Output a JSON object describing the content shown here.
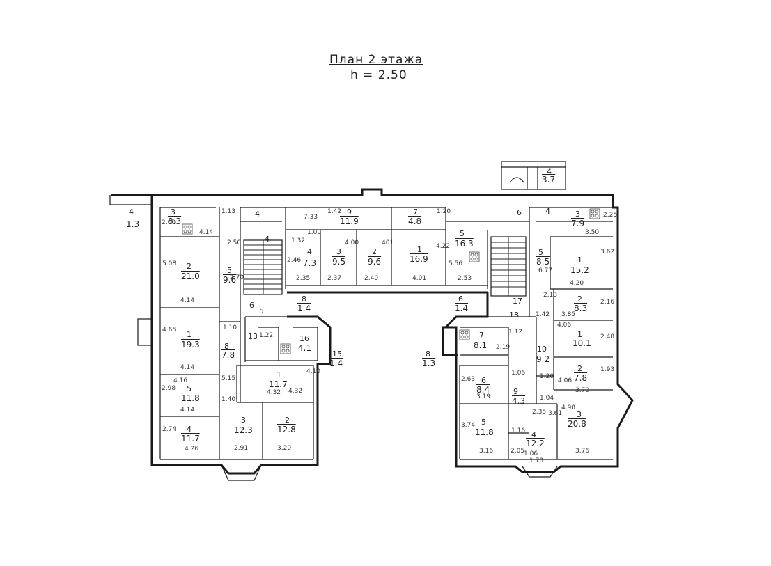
{
  "plan": {
    "title": "План 2 этажа",
    "subtitle": "h = 2.50"
  },
  "rooms": [
    {
      "n": "4",
      "a": "1.3"
    },
    {
      "n": "3",
      "a": "8.3"
    },
    {
      "n": "2",
      "a": "21.0"
    },
    {
      "n": "1",
      "a": "19.3"
    },
    {
      "n": "5",
      "a": "11.8"
    },
    {
      "n": "4",
      "a": "11.7"
    },
    {
      "n": "5",
      "a": "9.6"
    },
    {
      "n": "8",
      "a": "7.8"
    },
    {
      "n": "4",
      "a": "7.3"
    },
    {
      "n": "3",
      "a": "9.5"
    },
    {
      "n": "2",
      "a": "9.6"
    },
    {
      "n": "1",
      "a": "16.9"
    },
    {
      "n": "9",
      "a": "11.9"
    },
    {
      "n": "7",
      "a": "4.8"
    },
    {
      "n": "5",
      "a": "16.3"
    },
    {
      "n": "8",
      "a": "1.4"
    },
    {
      "n": "6",
      "a": "1.4"
    },
    {
      "n": "16",
      "a": "4.1"
    },
    {
      "n": "1",
      "a": "11.7"
    },
    {
      "n": "3",
      "a": "12.3"
    },
    {
      "n": "2",
      "a": "12.8"
    },
    {
      "n": "15",
      "a": "1.4"
    },
    {
      "n": "8",
      "a": "1.3"
    },
    {
      "n": "7",
      "a": "8.1"
    },
    {
      "n": "6",
      "a": "8.4"
    },
    {
      "n": "5",
      "a": "11.8"
    },
    {
      "n": "9",
      "a": "4.3"
    },
    {
      "n": "4",
      "a": "12.2"
    },
    {
      "n": "3",
      "a": "20.8"
    },
    {
      "n": "10",
      "a": "9.2"
    },
    {
      "n": "5",
      "a": "8.5"
    },
    {
      "n": "1",
      "a": "15.2"
    },
    {
      "n": "2",
      "a": "8.3"
    },
    {
      "n": "1",
      "a": "10.1"
    },
    {
      "n": "2",
      "a": "7.8"
    },
    {
      "n": "3",
      "a": "7.9"
    },
    {
      "n": "4",
      "a": "3.7"
    }
  ],
  "labels": [
    "4",
    "6",
    "17",
    "18",
    "13",
    "6",
    "5",
    "4",
    "4"
  ],
  "dims": [
    "2.00",
    "4.14",
    "1.13",
    "5.08",
    "4.14",
    "4.65",
    "4.14",
    "2.50",
    "2.70",
    "1.10",
    "5.15",
    "7.33",
    "1.42",
    "1.00",
    "1.32",
    "2.46",
    "2.35",
    "4.00",
    "2.37",
    "401",
    "2.40",
    "4.22",
    "4.01",
    "1.20",
    "5.56",
    "2.53",
    "4.10",
    "1.22",
    "4.32",
    "4.32",
    "2.91",
    "3.20",
    "2.74",
    "4.26",
    "2.98",
    "1.40",
    "4.14",
    "4.16",
    "2.63",
    "3.19",
    "1.06",
    "3.74",
    "3.16",
    "1.16",
    "2.35",
    "2.05",
    "1.06",
    "1.78",
    "3.61",
    "4.98",
    "3.76",
    "1.93",
    "3.70",
    "4.06",
    "2.48",
    "4.06",
    "2.16",
    "3.85",
    "3.62",
    "4.20",
    "3.50",
    "2.25",
    "6.77",
    "2.13",
    "1.42",
    "1.20",
    "1.04",
    "1.12",
    "2.19"
  ]
}
